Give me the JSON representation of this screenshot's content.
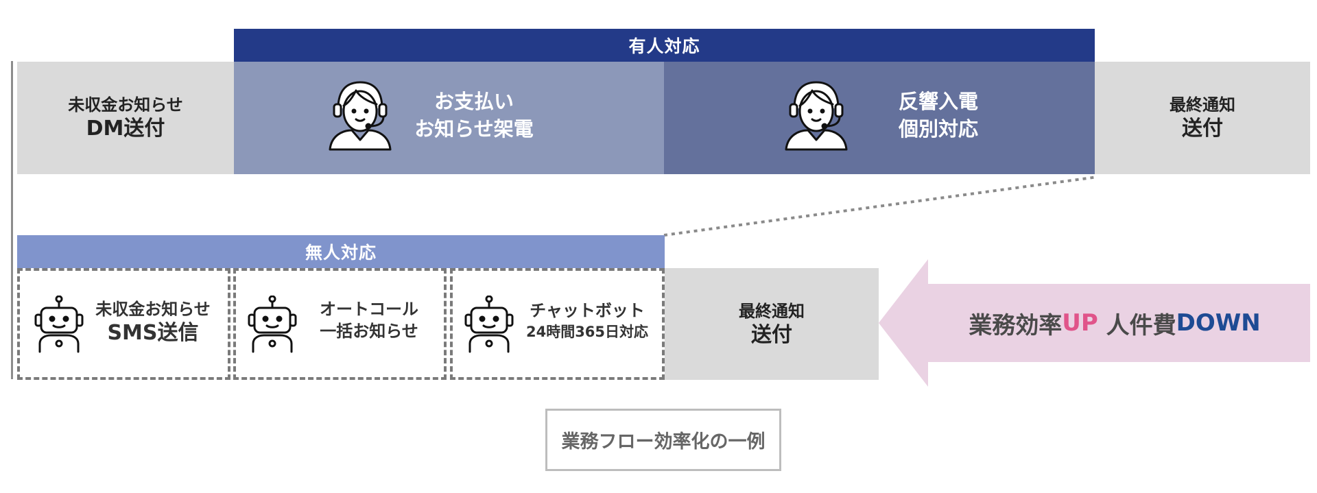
{
  "human_section": {
    "header": "有人対応",
    "step1": {
      "line1": "未収金お知らせ",
      "line2": "DM送付"
    },
    "step2": {
      "line1": "お支払い",
      "line2": "お知らせ架電"
    },
    "step3": {
      "line1": "反響入電",
      "line2": "個別対応"
    },
    "step4": {
      "line1": "最終通知",
      "line2": "送付"
    }
  },
  "automated_section": {
    "header": "無人対応",
    "step1": {
      "line1": "未収金お知らせ",
      "line2": "SMS送信"
    },
    "step2": {
      "line1": "オートコール",
      "line2": "一括お知らせ"
    },
    "step3": {
      "line1": "チャットボット",
      "line2": "24時間365日対応"
    },
    "step4": {
      "line1": "最終通知",
      "line2": "送付"
    }
  },
  "banner": {
    "part1": "業務効率",
    "part2": "UP",
    "part3": " 人件費",
    "part4": "DOWN"
  },
  "caption": "業務フロー効率化の一例",
  "colors": {
    "human_header": "#233a88",
    "human_step_light": "#8c98b9",
    "human_step_dark": "#64719c",
    "auto_header": "#8094cc",
    "gray_box": "#dadada",
    "banner_bg": "#ead2e3",
    "accent_pink": "#e0548a",
    "accent_navy": "#1e4b94"
  },
  "icons": {
    "operator": "headset-operator-icon",
    "robot": "robot-icon"
  }
}
